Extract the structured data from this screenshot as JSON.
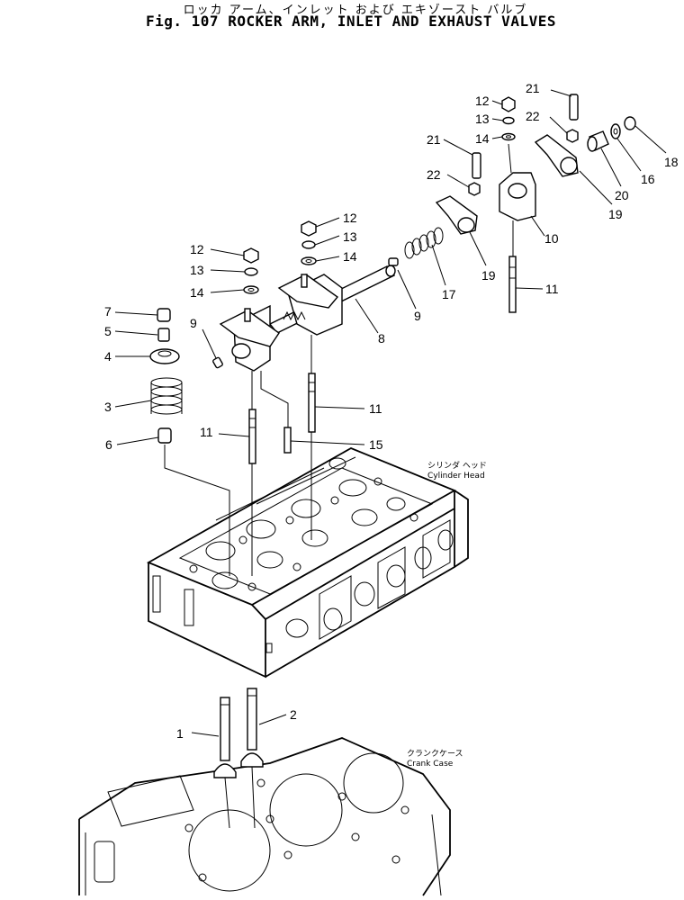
{
  "title": {
    "japanese": "ロッカ アーム、インレット および エキゾースト バルブ",
    "english": "Fig. 107 ROCKER ARM, INLET AND EXHAUST VALVES"
  },
  "callouts": [
    {
      "id": "c1",
      "label": "1"
    },
    {
      "id": "c2",
      "label": "2"
    },
    {
      "id": "c3",
      "label": "3"
    },
    {
      "id": "c4",
      "label": "4"
    },
    {
      "id": "c5",
      "label": "5"
    },
    {
      "id": "c6",
      "label": "6"
    },
    {
      "id": "c7",
      "label": "7"
    },
    {
      "id": "c8",
      "label": "8"
    },
    {
      "id": "c9a",
      "label": "9"
    },
    {
      "id": "c9b",
      "label": "9"
    },
    {
      "id": "c10",
      "label": "10"
    },
    {
      "id": "c11a",
      "label": "11"
    },
    {
      "id": "c11b",
      "label": "11"
    },
    {
      "id": "c11c",
      "label": "11"
    },
    {
      "id": "c12a",
      "label": "12"
    },
    {
      "id": "c12b",
      "label": "12"
    },
    {
      "id": "c12c",
      "label": "12"
    },
    {
      "id": "c13a",
      "label": "13"
    },
    {
      "id": "c13b",
      "label": "13"
    },
    {
      "id": "c13c",
      "label": "13"
    },
    {
      "id": "c14a",
      "label": "14"
    },
    {
      "id": "c14b",
      "label": "14"
    },
    {
      "id": "c14c",
      "label": "14"
    },
    {
      "id": "c15",
      "label": "15"
    },
    {
      "id": "c16",
      "label": "16"
    },
    {
      "id": "c17",
      "label": "17"
    },
    {
      "id": "c18",
      "label": "18"
    },
    {
      "id": "c19a",
      "label": "19"
    },
    {
      "id": "c19b",
      "label": "19"
    },
    {
      "id": "c20",
      "label": "20"
    },
    {
      "id": "c21a",
      "label": "21"
    },
    {
      "id": "c21b",
      "label": "21"
    },
    {
      "id": "c22a",
      "label": "22"
    },
    {
      "id": "c22b",
      "label": "22"
    }
  ],
  "notes": {
    "cylinder_head_jp": "シリンダ ヘッド",
    "cylinder_head_en": "Cylinder Head",
    "crank_case_jp": "クランクケース",
    "crank_case_en": "Crank Case"
  }
}
